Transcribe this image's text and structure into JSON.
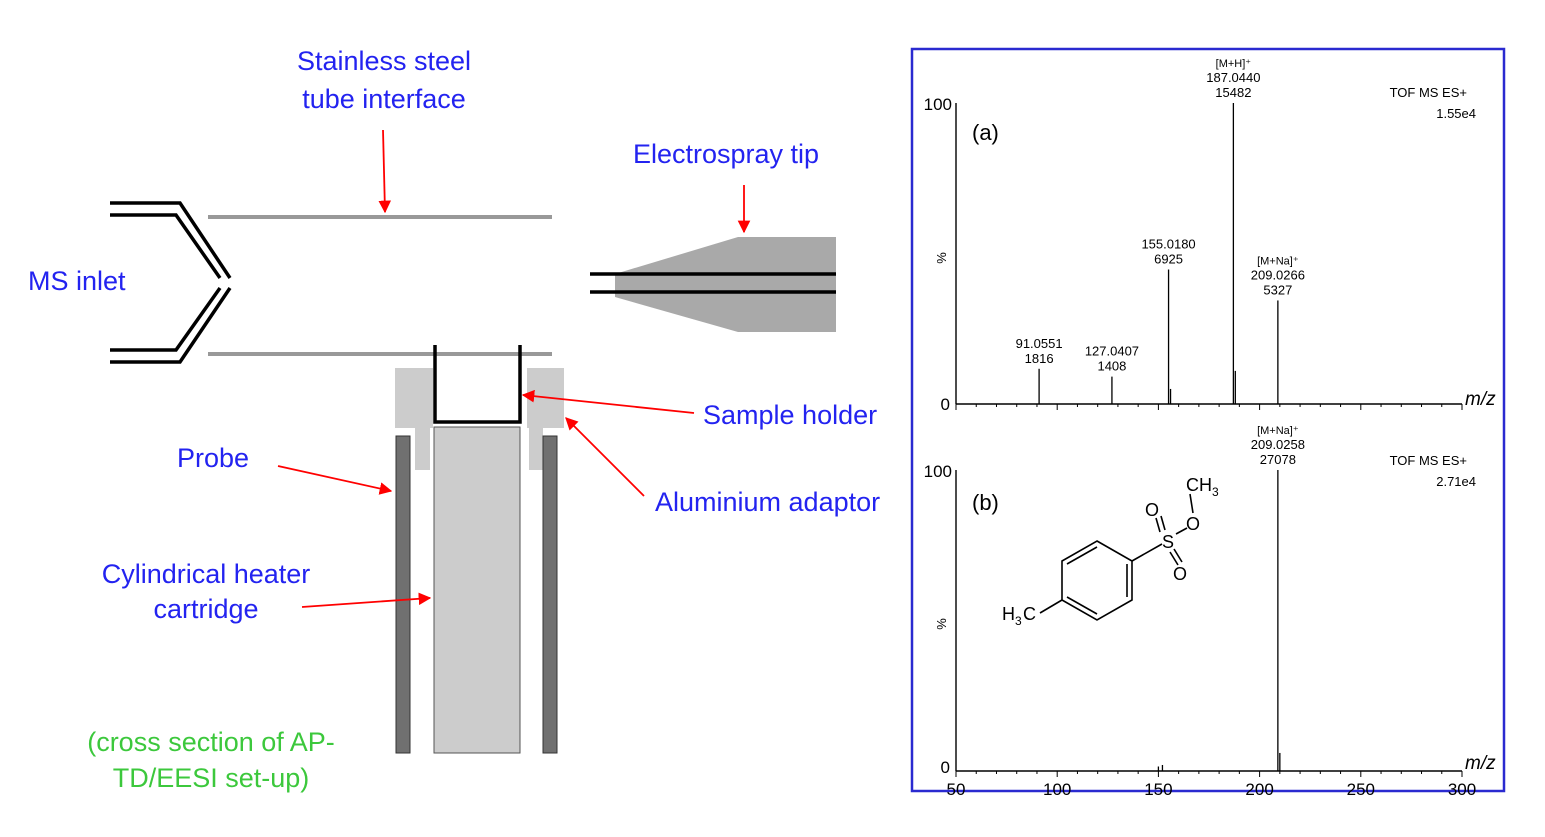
{
  "schematic": {
    "labels": {
      "stainless_line1": "Stainless steel",
      "stainless_line2": "tube interface",
      "electrospray": "Electrospray tip",
      "ms_inlet": "MS inlet",
      "sample_holder": "Sample holder",
      "probe": "Probe",
      "aluminium_adaptor": "Aluminium adaptor",
      "heater_line1": "Cylindrical heater",
      "heater_line2": "cartridge",
      "caption_line1": "(cross section of AP-",
      "caption_line2": "TD/EESI set-up)"
    },
    "colors": {
      "label_blue": "#2323f0",
      "caption_green": "#3cc83c",
      "arrow_red": "#ff0000",
      "metal_gray": "#999999",
      "block_gray": "#cccccc",
      "tip_gray": "#a9a9a9",
      "probe_gray": "#707070"
    }
  },
  "chart_data": [
    {
      "type": "bar",
      "panel_tag": "(a)",
      "instrument": "TOF MS ES+",
      "intensity": "1.55e4",
      "ylabel": "%",
      "xlabel": "m/z",
      "ylim": [
        0,
        100
      ],
      "xlim": [
        50,
        300
      ],
      "ytick_labels": [
        "0",
        "100"
      ],
      "peaks": [
        {
          "mz": 91.0551,
          "rel": 11.7,
          "label_mz": "91.0551",
          "label_int": "1816"
        },
        {
          "mz": 127.0407,
          "rel": 9.1,
          "label_mz": "127.0407",
          "label_int": "1408"
        },
        {
          "mz": 155.018,
          "rel": 44.7,
          "label_mz": "155.0180",
          "label_int": "6925"
        },
        {
          "mz": 156.0,
          "rel": 5
        },
        {
          "mz": 187.044,
          "rel": 100,
          "label_mz": "187.0440",
          "label_int": "15482",
          "ion": "[M+H]⁺"
        },
        {
          "mz": 188.0,
          "rel": 11
        },
        {
          "mz": 209.0266,
          "rel": 34.4,
          "label_mz": "209.0266",
          "label_int": "5327",
          "ion": "[M+Na]⁺"
        }
      ]
    },
    {
      "type": "bar",
      "panel_tag": "(b)",
      "instrument": "TOF MS ES+",
      "intensity": "2.71e4",
      "ylabel": "%",
      "xlabel": "m/z",
      "ylim": [
        0,
        100
      ],
      "xlim": [
        50,
        300
      ],
      "ytick_labels": [
        "0",
        "100"
      ],
      "xtick_labels": [
        "50",
        "100",
        "150",
        "200",
        "250",
        "300"
      ],
      "peaks": [
        {
          "mz": 150.0,
          "rel": 1.5
        },
        {
          "mz": 152.0,
          "rel": 2
        },
        {
          "mz": 209.0258,
          "rel": 100,
          "label_mz": "209.0258",
          "label_int": "27078",
          "ion": "[M+Na]⁺"
        },
        {
          "mz": 210.0,
          "rel": 6
        }
      ]
    }
  ],
  "structure": {
    "ch3_main": "CH",
    "ch3_sub": "3",
    "h3c_h": "H",
    "h3c_sub": "3",
    "h3c_c": "C",
    "atom_o": "O",
    "atom_s": "S"
  }
}
